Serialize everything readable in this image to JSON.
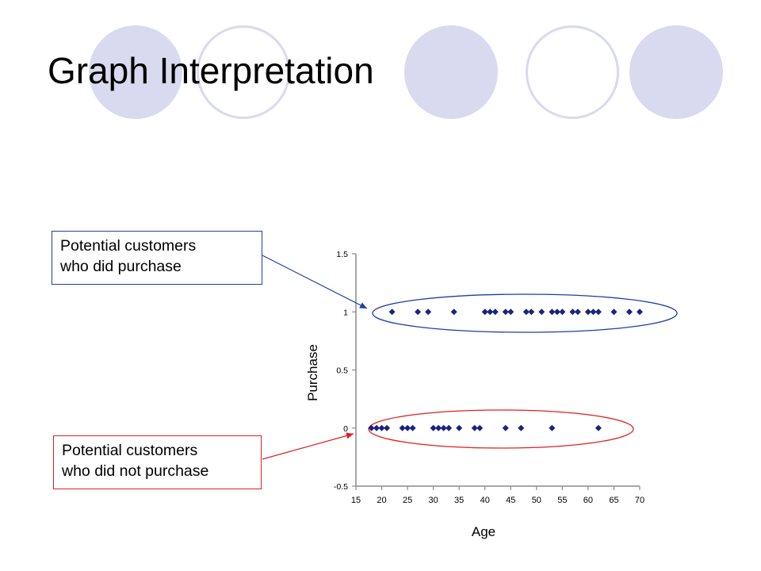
{
  "slide": {
    "title": "Graph Interpretation",
    "decor_circle_fill": "#d9d9ef",
    "decor_circle_pattern": [
      "filled",
      "ring",
      "filled",
      "ring",
      "filled"
    ]
  },
  "callouts": {
    "purchase": {
      "lines": [
        "Potential customers",
        "who did purchase"
      ],
      "color": "#1f3fa6"
    },
    "no_purchase": {
      "lines": [
        "Potential customers",
        "who did not purchase"
      ],
      "color": "#e02020"
    }
  },
  "chart_data": {
    "type": "scatter",
    "title": "",
    "xlabel": "Age",
    "ylabel": "Purchase",
    "xlim": [
      15,
      70
    ],
    "ylim": [
      -0.5,
      1.5
    ],
    "xticks": [
      15,
      20,
      25,
      30,
      35,
      40,
      45,
      50,
      55,
      60,
      65,
      70
    ],
    "yticks": [
      -0.5,
      0,
      0.5,
      1,
      1.5
    ],
    "grid": false,
    "marker": "diamond",
    "marker_color": "#1a237e",
    "series": [
      {
        "values": [
          {
            "x": 22,
            "y": 1
          },
          {
            "x": 27,
            "y": 1
          },
          {
            "x": 29,
            "y": 1
          },
          {
            "x": 34,
            "y": 1
          },
          {
            "x": 40,
            "y": 1
          },
          {
            "x": 41,
            "y": 1
          },
          {
            "x": 42,
            "y": 1
          },
          {
            "x": 44,
            "y": 1
          },
          {
            "x": 45,
            "y": 1
          },
          {
            "x": 48,
            "y": 1
          },
          {
            "x": 49,
            "y": 1
          },
          {
            "x": 51,
            "y": 1
          },
          {
            "x": 53,
            "y": 1
          },
          {
            "x": 54,
            "y": 1
          },
          {
            "x": 55,
            "y": 1
          },
          {
            "x": 57,
            "y": 1
          },
          {
            "x": 58,
            "y": 1
          },
          {
            "x": 60,
            "y": 1
          },
          {
            "x": 61,
            "y": 1
          },
          {
            "x": 62,
            "y": 1
          },
          {
            "x": 65,
            "y": 1
          },
          {
            "x": 68,
            "y": 1
          },
          {
            "x": 70,
            "y": 1
          },
          {
            "x": 18,
            "y": 0
          },
          {
            "x": 19,
            "y": 0
          },
          {
            "x": 20,
            "y": 0
          },
          {
            "x": 21,
            "y": 0
          },
          {
            "x": 24,
            "y": 0
          },
          {
            "x": 25,
            "y": 0
          },
          {
            "x": 26,
            "y": 0
          },
          {
            "x": 30,
            "y": 0
          },
          {
            "x": 31,
            "y": 0
          },
          {
            "x": 32,
            "y": 0
          },
          {
            "x": 33,
            "y": 0
          },
          {
            "x": 35,
            "y": 0
          },
          {
            "x": 38,
            "y": 0
          },
          {
            "x": 39,
            "y": 0
          },
          {
            "x": 44,
            "y": 0
          },
          {
            "x": 47,
            "y": 0
          },
          {
            "x": 53,
            "y": 0
          },
          {
            "x": 62,
            "y": 0
          }
        ]
      }
    ],
    "annotations": [
      {
        "type": "ellipse",
        "group_y": 1,
        "color": "#1f3fa6"
      },
      {
        "type": "ellipse",
        "group_y": 0,
        "color": "#e02020"
      }
    ]
  }
}
